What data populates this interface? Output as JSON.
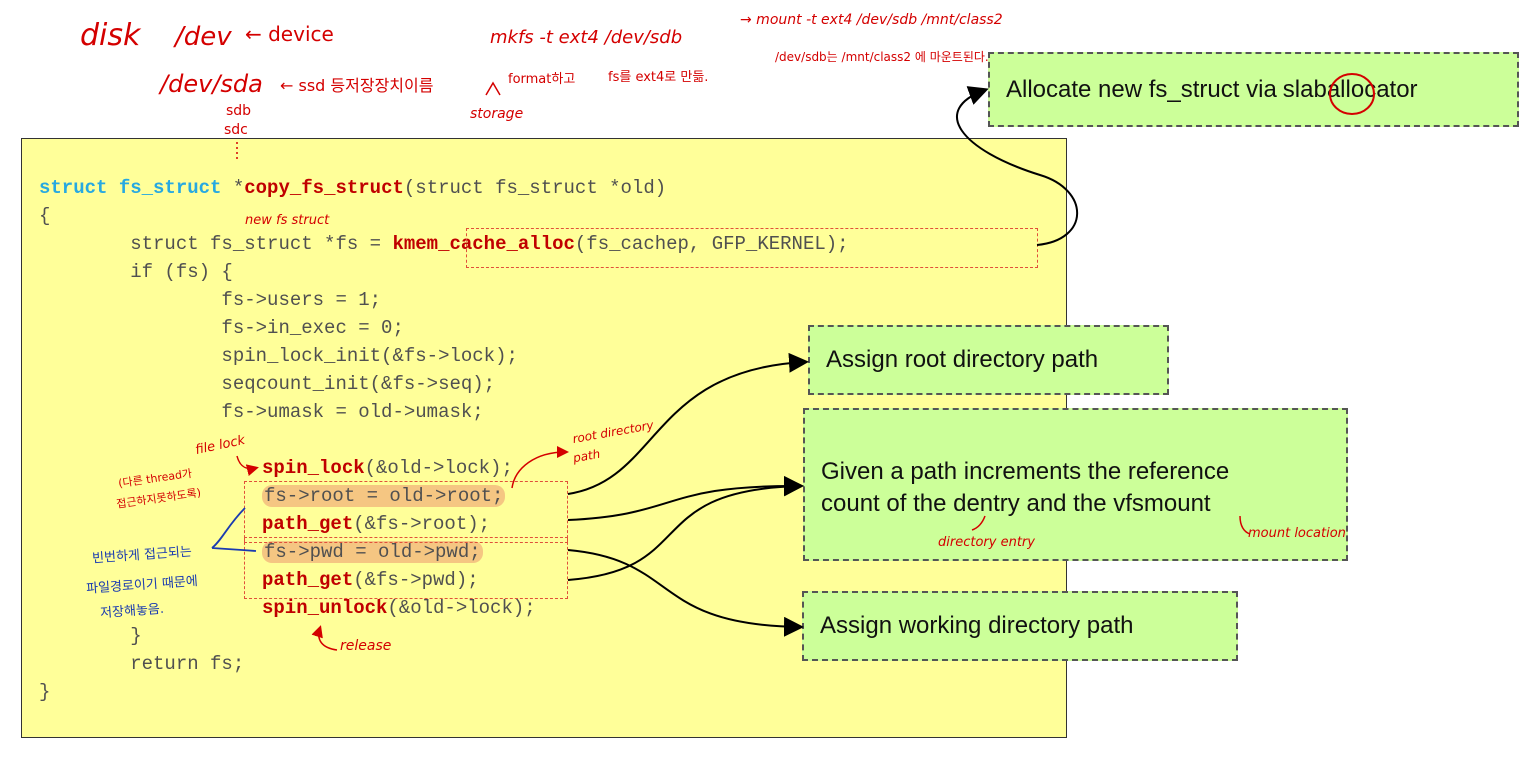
{
  "handwritten_top": {
    "disk": "disk",
    "dev": "/dev",
    "device": "← device",
    "dev_sda": "/dev/sda",
    "sda_note": "← ssd 등저장장치이름",
    "sdb": "sdb",
    "sdc": "sdc",
    "mkfs": "mkfs -t ext4 /dev/sdb",
    "mount_cmd": "→ mount -t ext4 /dev/sdb   /mnt/class2",
    "mount_note": "/dev/sdb는 /mnt/class2 에 마운트된다.",
    "format": "format하고",
    "fs_ext4": "fs를 ext4로 만듦.",
    "storage": "storage"
  },
  "code": {
    "l1_struct": "struct fs_struct",
    "l1_star": " *",
    "l1_func": "copy_fs_struct",
    "l1_args": "(struct fs_struct *old)",
    "l2": "{",
    "l3_pre": "        struct fs_struct *fs = ",
    "l3_func": "kmem_cache_alloc",
    "l3_args": "(fs_cachep, GFP_KERNEL);",
    "l4": "        if (fs) {",
    "l5": "                fs->users = 1;",
    "l6": "                fs->in_exec = 0;",
    "l7": "                spin_lock_init(&fs->lock);",
    "l8": "                seqcount_init(&fs->seq);",
    "l9": "                fs->umask = old->umask;",
    "l10_func": "spin_lock",
    "l10_args": "(&old->lock);",
    "l11": "fs->root = old->root;",
    "l12_func": "path_get",
    "l12_args": "(&fs->root);",
    "l13": "fs->pwd = old->pwd;",
    "l14_func": "path_get",
    "l14_args": "(&fs->pwd);",
    "l15_func": "spin_unlock",
    "l15_args": "(&old->lock);",
    "l16": "        }",
    "l17": "        return fs;",
    "l18": "}"
  },
  "boxes": {
    "allocate_pre": "Allocate new fs_struct via ",
    "allocate_circled": "slab",
    "allocate_post": " allocator",
    "root": "Assign root directory path",
    "refcount_line1": "Given a path increments the reference",
    "refcount_line2": "count of the dentry and the vfsmount",
    "working": "Assign working directory path"
  },
  "handwritten_notes": {
    "new_fs_struct": "new fs struct",
    "file_lock": "file lock",
    "other_thread": "(다른 thread가",
    "other_thread2": "접근하지못하도록)",
    "root_dir_path_1": "root directory",
    "root_dir_path_2": "path",
    "blue_1": "빈번하게 접근되는",
    "blue_2": "파일경로이기 때문에",
    "blue_3": "저장해놓음.",
    "release": "release",
    "directory_entry": "directory entry",
    "mount_location": "mount location"
  },
  "colors": {
    "code_bg": "#ffff99",
    "box_bg": "#ccff99",
    "keyword_cyan": "#27a9e1",
    "keyword_red": "#c00000",
    "handwriting_red": "#d40000",
    "handwriting_blue": "#1a3bb0",
    "highlight": "#f5c682"
  }
}
